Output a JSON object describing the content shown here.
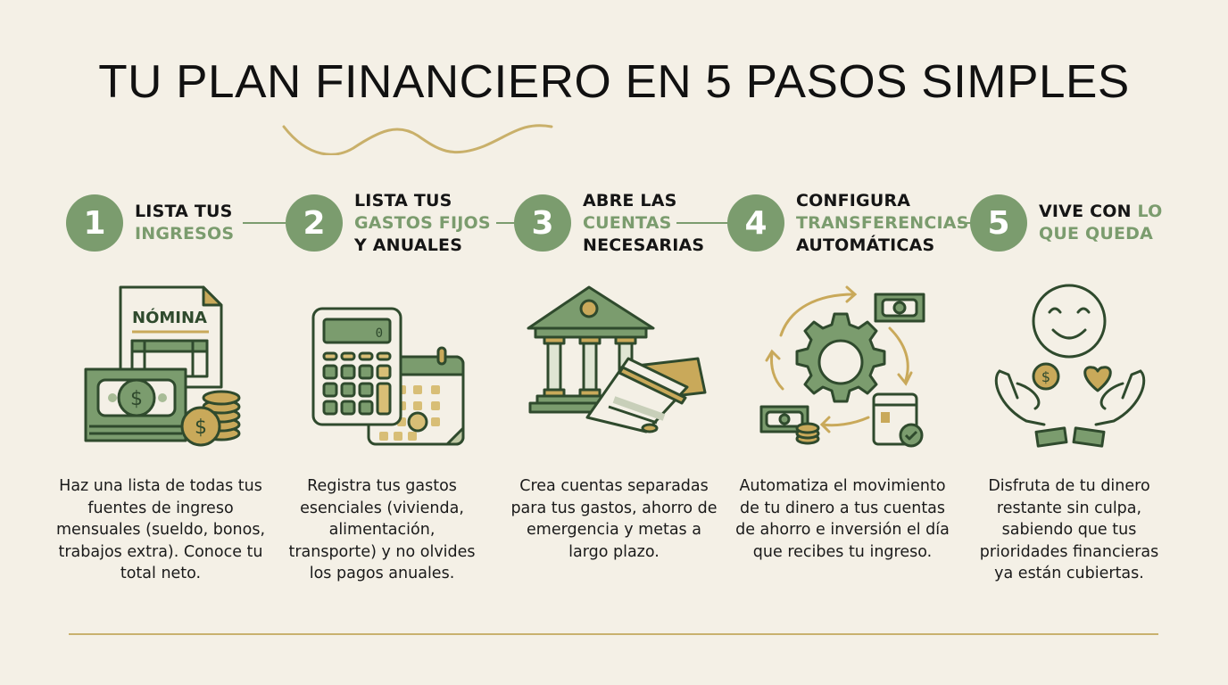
{
  "title": "TU PLAN FINANCIERO EN 5 PASOS SIMPLES",
  "colors": {
    "background": "#f4f0e6",
    "accent_green": "#7b9c6e",
    "dark_green": "#2f4a2d",
    "gold": "#c9a95a",
    "text": "#151515"
  },
  "steps": [
    {
      "number": "1",
      "heading": [
        {
          "text": "LISTA TUS",
          "green": false
        },
        {
          "text": "INGRESOS",
          "green": true
        }
      ],
      "h1": "LISTA TUS",
      "h2": "INGRESOS",
      "icon": "payroll-cash-coins-icon",
      "icon_label": "NÓMINA",
      "description": "Haz una lista de todas tus fuentes de ingreso mensuales (sueldo, bonos, trabajos extra). Conoce tu total neto."
    },
    {
      "number": "2",
      "h1": "LISTA TUS",
      "h2": "GASTOS FIJOS",
      "h3": "Y ANUALES",
      "icon": "calculator-calendar-icon",
      "calculator_display": "0",
      "description": "Registra tus gastos esenciales (vivienda, alimentación, transporte) y no olvides los pagos anuales."
    },
    {
      "number": "3",
      "h1": "ABRE LAS",
      "h2": "CUENTAS",
      "h3": "NECESARIAS",
      "icon": "bank-cards-icon",
      "description": "Crea cuentas separadas para tus gastos, ahorro de emergencia y metas a largo plazo."
    },
    {
      "number": "4",
      "h1": "CONFIGURA",
      "h2": "TRANSFERENCIAS",
      "h3": "AUTOMÁTICAS",
      "icon": "gear-cycle-transfer-icon",
      "description": "Automatiza el movimiento de tu dinero a tus cuentas de ahorro e inversión el día que recibes tu ingreso."
    },
    {
      "number": "5",
      "h1": "VIVE CON",
      "h1b": "LO",
      "h2": "QUE QUEDA",
      "icon": "smile-hands-heart-icon",
      "description": "Disfruta de tu dinero restante sin culpa, sabiendo que tus prioridades financieras ya están cubiertas."
    }
  ]
}
